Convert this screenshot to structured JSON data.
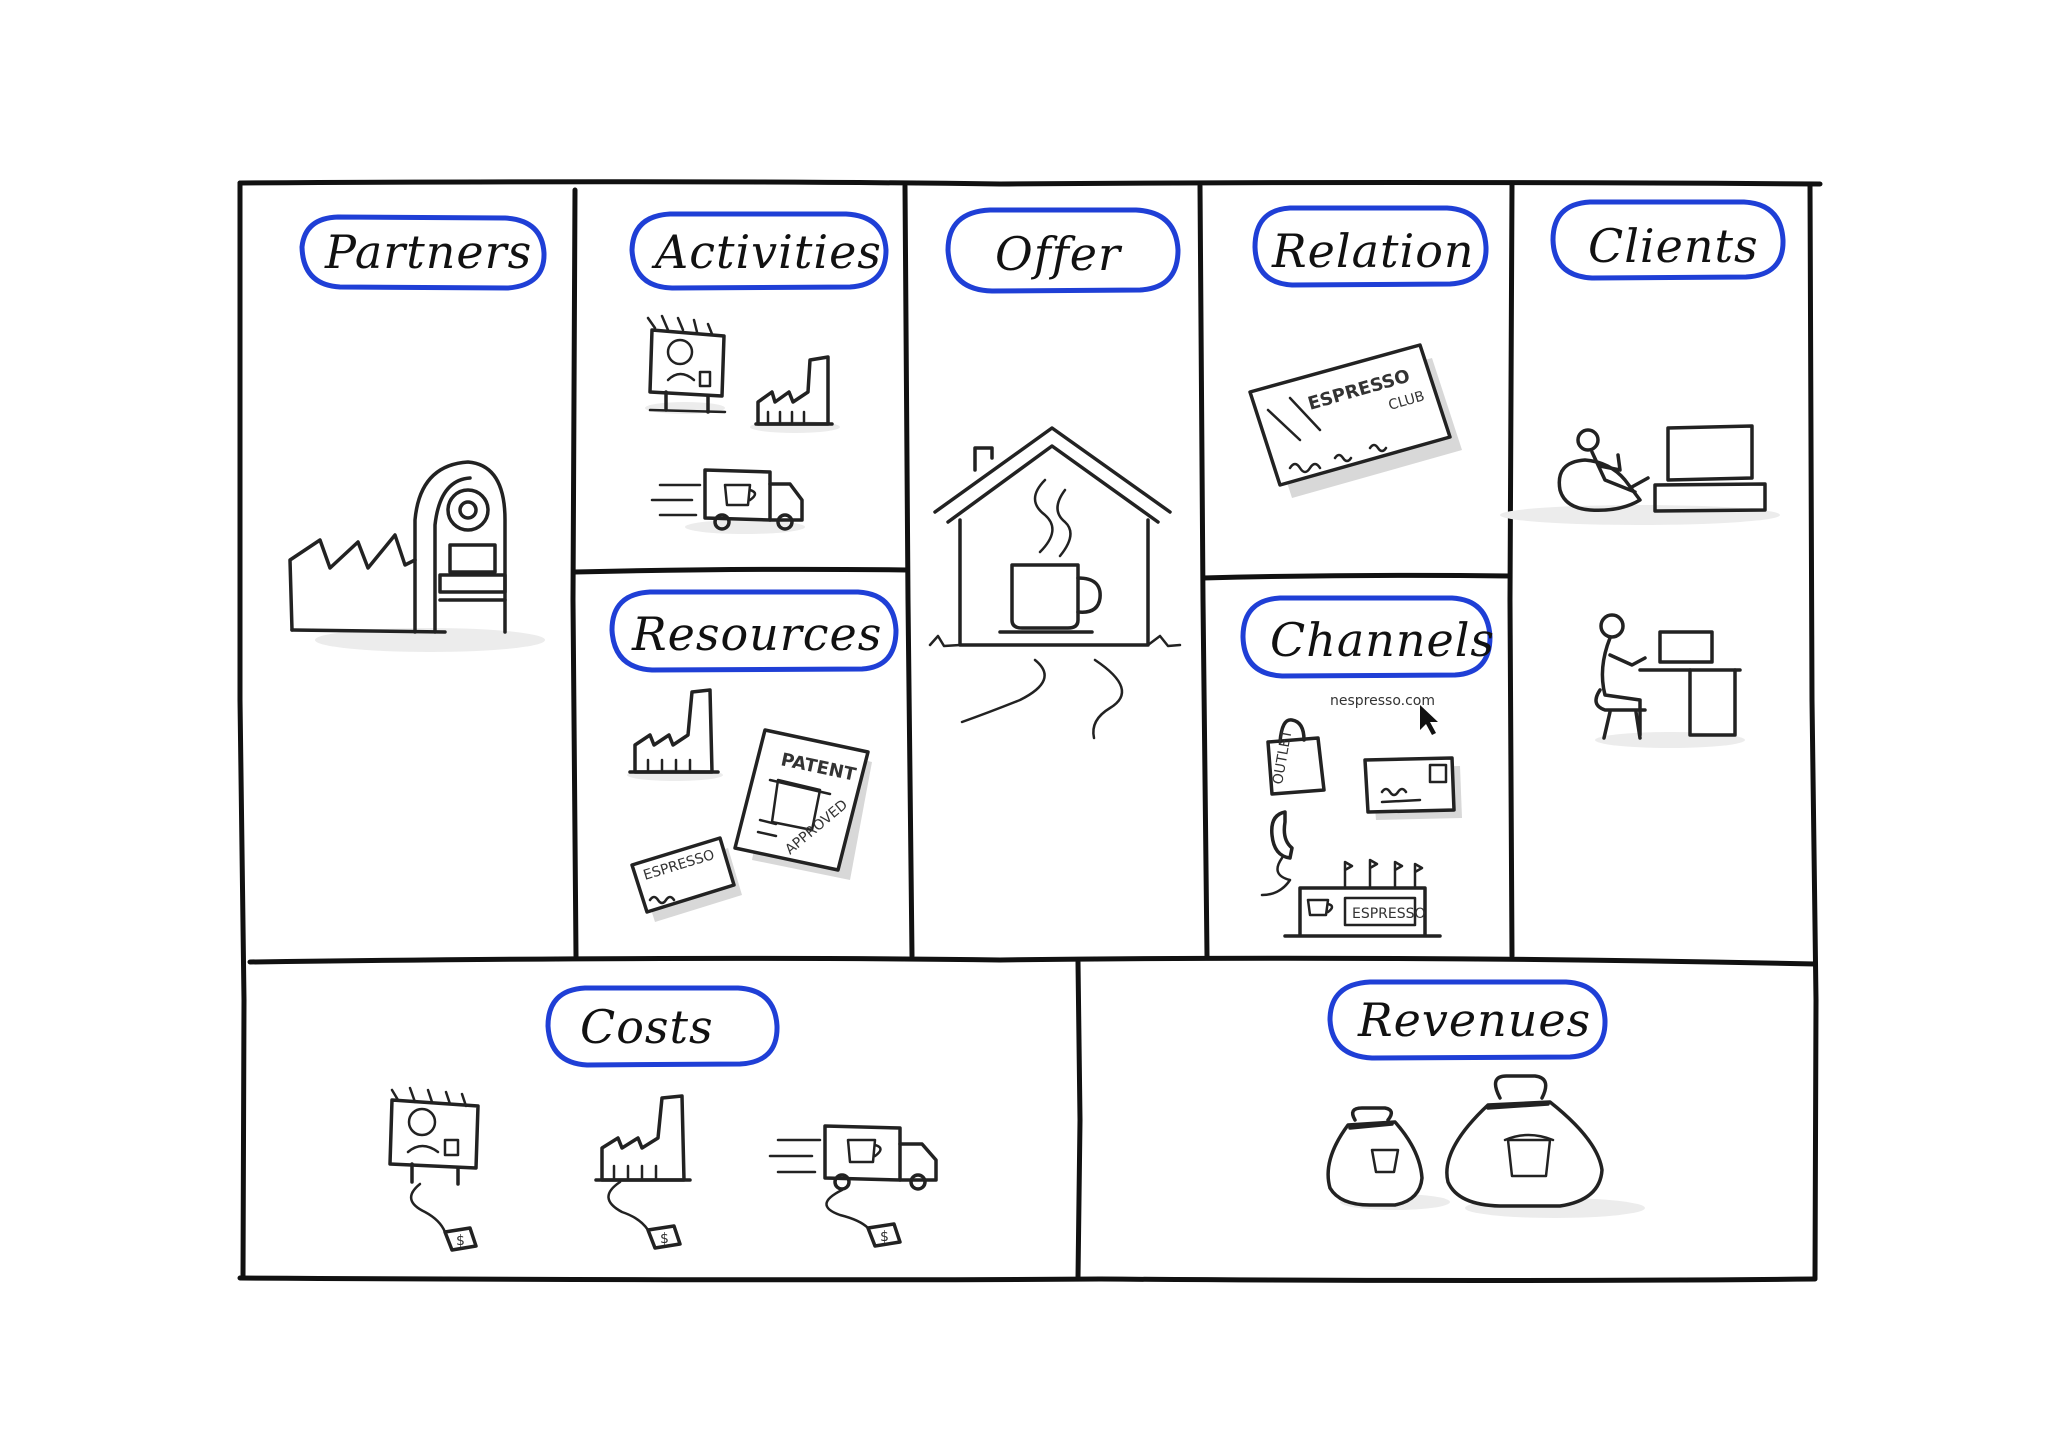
{
  "canvas": {
    "blocks": {
      "partners": "Partners",
      "activities": "Activities",
      "offer": "Offer",
      "relation": "Relation",
      "clients": "Clients",
      "resources": "Resources",
      "channels": "Channels",
      "costs": "Costs",
      "revenues": "Revenues"
    },
    "illustration_text": {
      "club_card_brand": "ESPRESSO",
      "club_card_club": "CLUB",
      "website": "nespresso.com",
      "patent": "PATENT",
      "approved": "APPROVED",
      "outlet": "OUTLET",
      "price_tag": "$"
    },
    "label_color": "#1f3fd6"
  }
}
